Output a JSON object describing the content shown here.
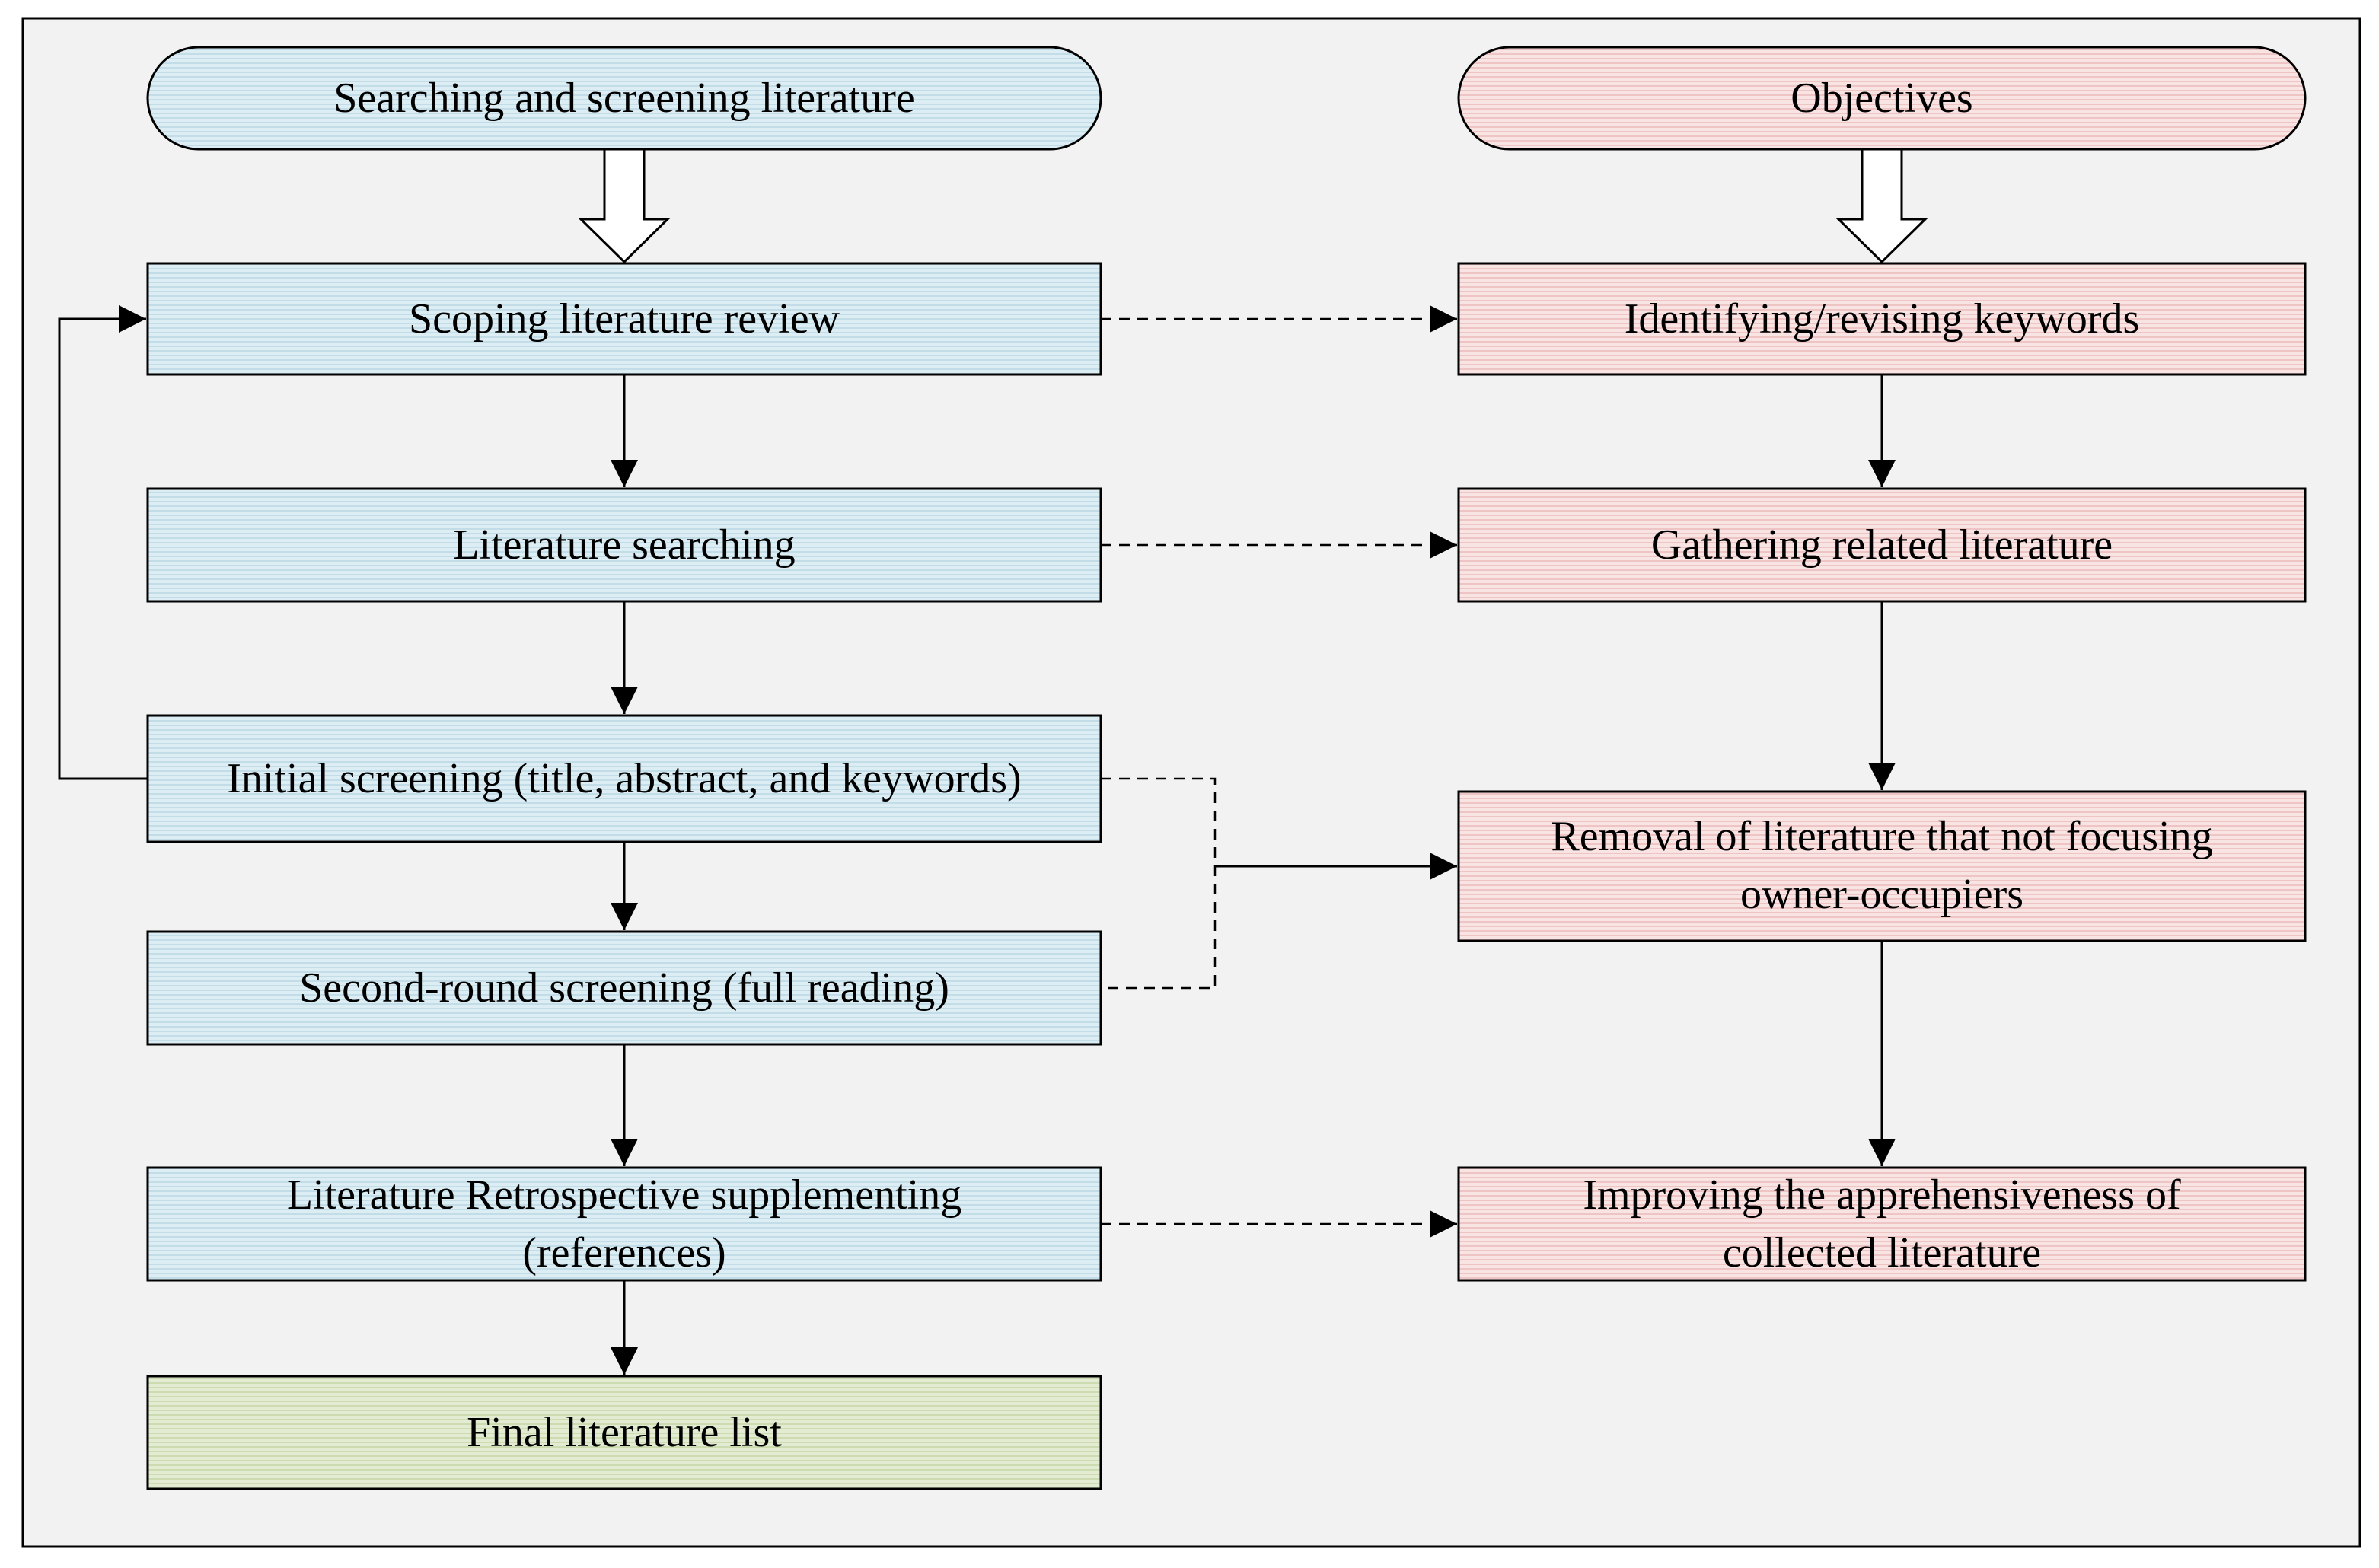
{
  "colors": {
    "background": "#f2f2f2",
    "blue": "#dceef4",
    "blue_stripe": "#bcd9e4",
    "pink": "#f9e4e4",
    "pink_stripe": "#ebbcbc",
    "green": "#e3ecd3",
    "green_stripe": "#c8d9a8"
  },
  "left": {
    "header": "Searching and screening literature",
    "scoping": "Scoping literature review",
    "searching": "Literature searching",
    "initial": "Initial screening (title, abstract, and keywords)",
    "second": "Second-round screening (full reading)",
    "retro_line1": "Literature Retrospective supplementing",
    "retro_line2": "(references)",
    "final": "Final literature list"
  },
  "right": {
    "header": "Objectives",
    "identifying": "Identifying/revising keywords",
    "gathering": "Gathering related literature",
    "removal_line1": "Removal of literature that not focusing",
    "removal_line2": "owner-occupiers",
    "improving_line1": "Improving the apprehensiveness of",
    "improving_line2": "collected literature"
  }
}
